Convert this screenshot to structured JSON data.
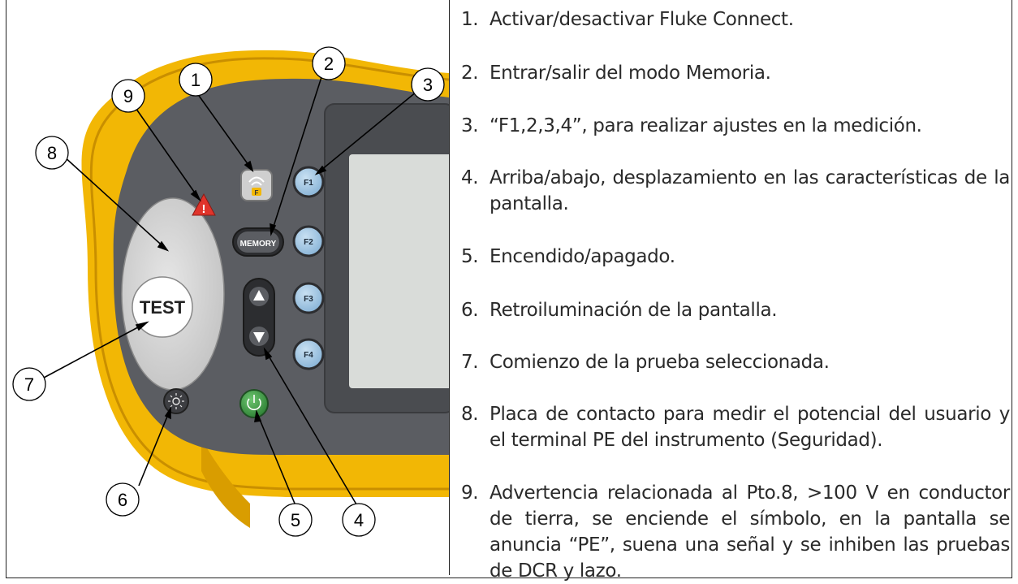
{
  "device": {
    "buttons": {
      "test": "TEST",
      "memory": "MEMORY",
      "f1": "F1",
      "f2": "F2",
      "f3": "F3",
      "f4": "F4",
      "wireless_mark": "F"
    },
    "callouts": [
      "1",
      "2",
      "3",
      "4",
      "5",
      "6",
      "7",
      "8",
      "9"
    ]
  },
  "legend": [
    {
      "num": "1.",
      "text": "Activar/desactivar Fluke Connect."
    },
    {
      "num": "2.",
      "text": "Entrar/salir del modo Memoria."
    },
    {
      "num": "3.",
      "text": "“F1,2,3,4”, para realizar ajustes en la medición."
    },
    {
      "num": "4.",
      "text": "Arriba/abajo, desplazamiento en las características de la pantalla."
    },
    {
      "num": "5.",
      "text": "Encendido/apagado."
    },
    {
      "num": "6.",
      "text": "Retroiluminación de la pantalla."
    },
    {
      "num": "7.",
      "text": "Comienzo de la prueba seleccionada."
    },
    {
      "num": "8.",
      "text": "Placa de contacto para medir el potencial del usuario y el terminal PE del instrumento (Seguridad)."
    },
    {
      "num": "9.",
      "text": "Advertencia relacionada al Pto.8, >100 V en conductor de tierra, se enciende el símbolo, en la pantalla se anuncia “PE”, suena una señal y se inhiben las pruebas de DCR y lazo."
    }
  ],
  "colors": {
    "housing_yellow": "#f2b705",
    "panel_gray": "#5b5d62",
    "key_blue": "#9dc3e0",
    "power_green": "#3f9a45",
    "warning_red": "#e0342b"
  }
}
